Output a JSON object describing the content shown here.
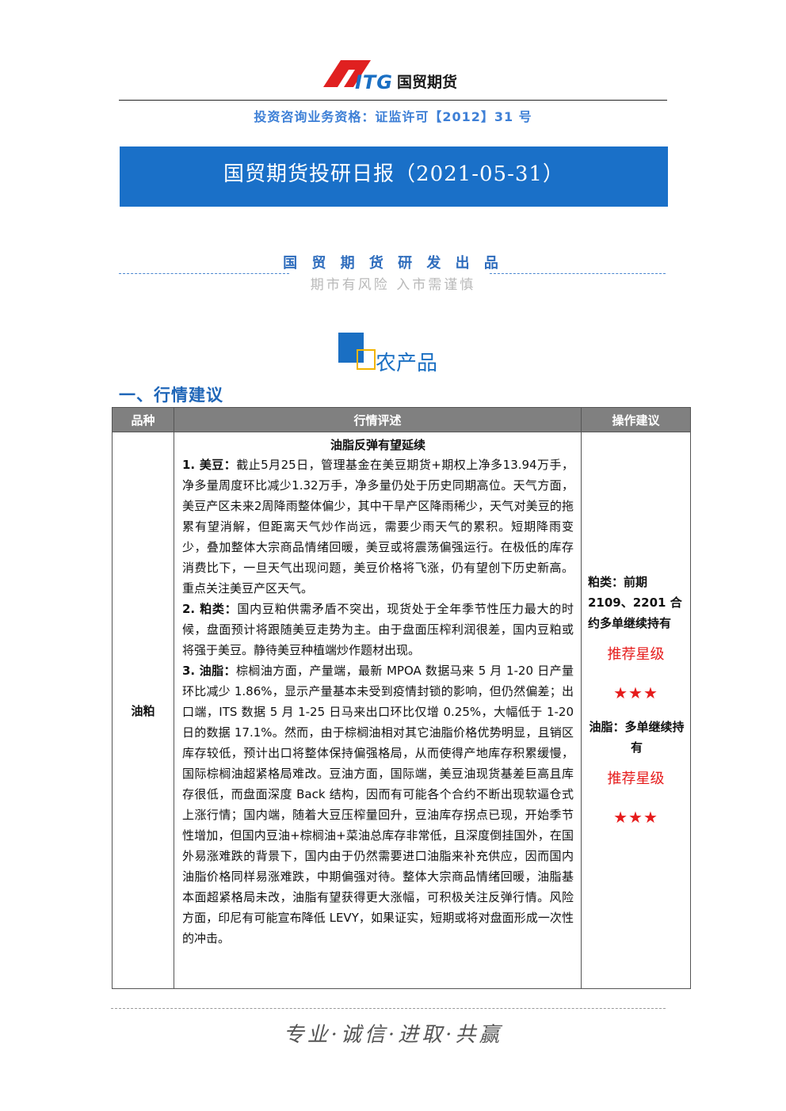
{
  "header": {
    "logo_brand": "ITG",
    "logo_cn": "国贸期货",
    "qualification": "投资咨询业务资格：证监许可【2012】31 号",
    "brand_colors": {
      "primary": "#1a70c8",
      "logo_red": "#e02020"
    }
  },
  "banner": {
    "title": "国贸期货投研日报（2021-05-31）"
  },
  "producer": {
    "line1": "国 贸 期 货 研 发 出 品",
    "line2": "期市有风险  入市需谨慎"
  },
  "section": {
    "heading": "农产品",
    "subheading": "一、行情建议"
  },
  "table": {
    "headers": [
      "品种",
      "行情评述",
      "操作建议"
    ],
    "rows": [
      {
        "variety": "油粕",
        "review_title": "油脂反弹有望延续",
        "paragraphs": [
          {
            "label": "1. 美豆：",
            "text": "截止5月25日，管理基金在美豆期货+期权上净多13.94万手，净多量周度环比减少1.32万手，净多量仍处于历史同期高位。天气方面，美豆产区未来2周降雨整体偏少，其中干旱产区降雨稀少，天气对美豆的拖累有望消解，但距离天气炒作尚远，需要少雨天气的累积。短期降雨变少，叠加整体大宗商品情绪回暖，美豆或将震荡偏强运行。在极低的库存消费比下，一旦天气出现问题，美豆价格将飞涨，仍有望创下历史新高。重点关注美豆产区天气。"
          },
          {
            "label": "2. 粕类：",
            "text": "国内豆粕供需矛盾不突出，现货处于全年季节性压力最大的时候，盘面预计将跟随美豆走势为主。由于盘面压榨利润很差，国内豆粕或将强于美豆。静待美豆种植端炒作题材出现。"
          },
          {
            "label": "3. 油脂：",
            "text": "棕榈油方面，产量端，最新 MPOA 数据马来 5 月 1-20 日产量环比减少 1.86%，显示产量基本未受到疫情封锁的影响，但仍然偏差；出口端，ITS 数据 5 月 1-25 日马来出口环比仅增 0.25%，大幅低于 1-20 日的数据 17.1%。然而，由于棕榈油相对其它油脂价格优势明显，且销区库存较低，预计出口将整体保持偏强格局，从而使得产地库存积累缓慢，国际棕榈油超紧格局难改。豆油方面，国际端，美豆油现货基差巨高且库存很低，而盘面深度 Back 结构，因而有可能各个合约不断出现软逼仓式上涨行情；国内端，随着大豆压榨量回升，豆油库存拐点已现，开始季节性增加，但国内豆油+棕榈油+菜油总库存非常低，且深度倒挂国外，在国外易涨难跌的背景下，国内由于仍然需要进口油脂来补充供应，因而国内油脂价格同样易涨难跌，中期偏强对待。整体大宗商品情绪回暖，油脂基本面超紧格局未改，油脂有望获得更大涨幅，可积极关注反弹行情。风险方面，印尼有可能宣布降低 LEVY，如果证实，短期或将对盘面形成一次性的冲击。"
          }
        ],
        "advice": {
          "meal_text": "粕类：前期 2109、2201 合约多单继续持有",
          "meal_rating_label": "推荐星级",
          "meal_rating": "★★★",
          "oil_text": "油脂：多单继续持有",
          "oil_rating_label": "推荐星级",
          "oil_rating": "★★★"
        }
      }
    ]
  },
  "footer": {
    "slogan": "专业·诚信·进取·共赢"
  }
}
